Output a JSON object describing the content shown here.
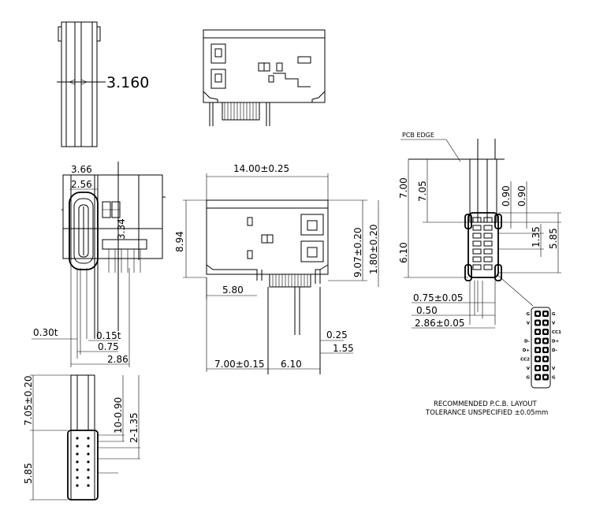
{
  "views": {
    "top_left": {
      "dim_width": "3.160"
    },
    "side_view": {
      "dims": [
        "3.66",
        "2.56",
        "3.34",
        "0.30t",
        "0.15t",
        "0.75",
        "2.86"
      ]
    },
    "front_view": {
      "dims": [
        "14.00±0.25",
        "8.94",
        "9.07±0.20",
        "1.80±0.20",
        "5.80",
        "0.25",
        "1.55",
        "7.00±0.15",
        "6.10"
      ]
    },
    "pcb_layout": {
      "edge_label": "PCB EDGE",
      "dims": [
        "7.00",
        "7.05",
        "0.90",
        "0.90",
        "1.35",
        "5.85",
        "6.10",
        "0.75±0.05",
        "0.50",
        "2.86±0.05"
      ],
      "pin_left": [
        "G",
        "V",
        "",
        "D-",
        "D+",
        "CC2",
        "V",
        "G"
      ],
      "pin_right": [
        "G",
        "V",
        "CC1",
        "D+",
        "D-",
        "",
        "V",
        "G"
      ],
      "note_line1": "RECOMMENDED   P.C.B.  LAYOUT",
      "note_line2": "TOLERANCE  UNSPECIFIED  ±0.05mm"
    },
    "bottom_left": {
      "dims": [
        "7.05±0.20",
        "10-0.90",
        "2-1.35",
        "5.85"
      ]
    }
  }
}
